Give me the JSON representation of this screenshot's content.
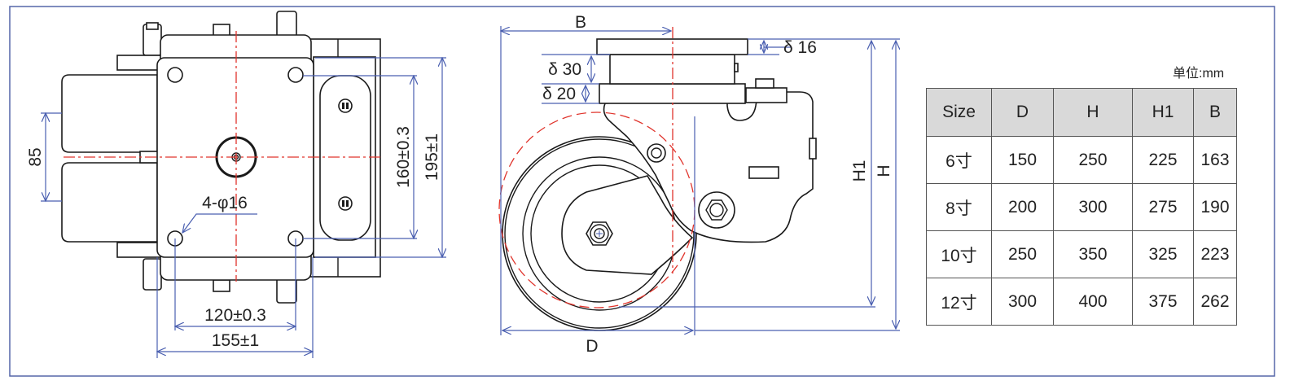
{
  "top_view": {
    "dim_wheel_gap": "85",
    "dim_hole_y": "160±0.3",
    "dim_plate_y": "195±1",
    "dim_hole_x": "120±0.3",
    "dim_plate_x": "155±1",
    "hole_callout": "4-φ16"
  },
  "side_view": {
    "dim_B": "B",
    "dim_D": "D",
    "dim_H1": "H1",
    "dim_H": "H",
    "top_plate": "δ 16",
    "middle_block": "δ 30",
    "bottom_plate": "δ 20"
  },
  "table": {
    "unit": "单位:mm",
    "headers": [
      "Size",
      "D",
      "H",
      "H1",
      "B"
    ],
    "rows": [
      [
        "6寸",
        "150",
        "250",
        "225",
        "163"
      ],
      [
        "8寸",
        "200",
        "300",
        "275",
        "190"
      ],
      [
        "10寸",
        "250",
        "350",
        "325",
        "223"
      ],
      [
        "12寸",
        "300",
        "400",
        "375",
        "262"
      ]
    ]
  },
  "colors": {
    "dimension": "#4a5fb0",
    "centerline": "#e0342c",
    "header_bg": "#d9d9d9",
    "frame": "#5566a8"
  }
}
